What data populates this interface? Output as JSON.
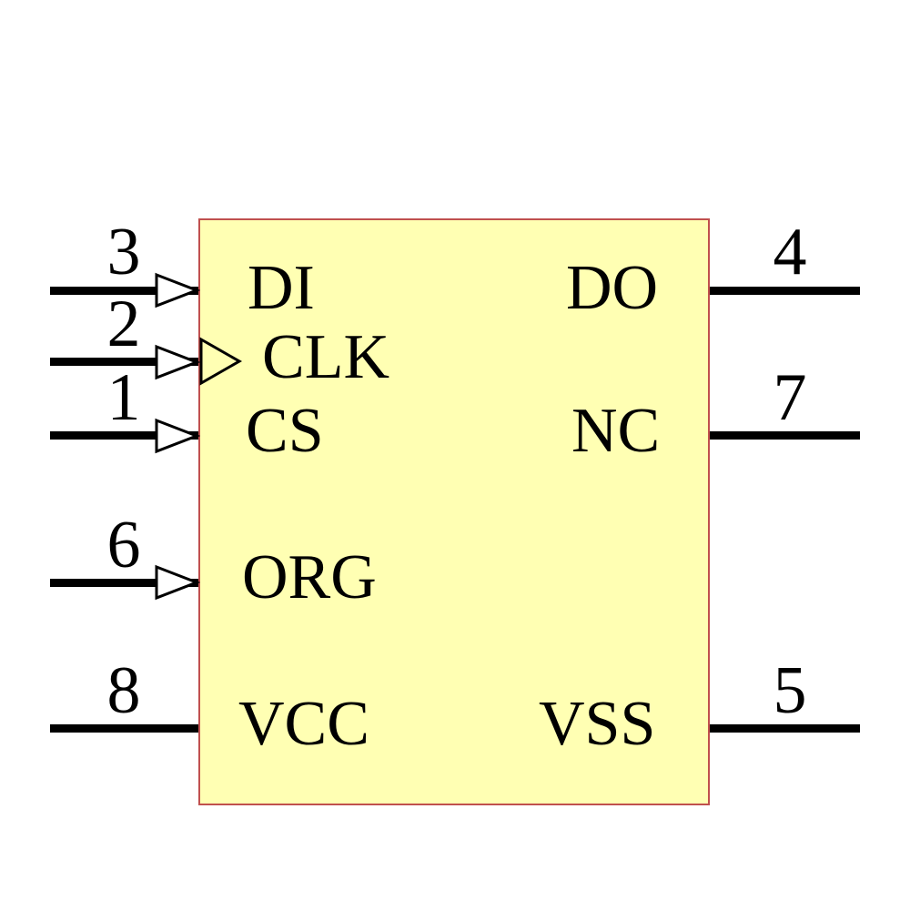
{
  "colors": {
    "body_fill": "#FFFFB3",
    "body_border": "#C0504D",
    "line": "#000000",
    "text": "#000000",
    "arrow_fill": "#FFFFFF"
  },
  "ic": {
    "left_pins": [
      {
        "number": "3",
        "label": "DI",
        "has_input_arrow": true,
        "has_clock_mark": false
      },
      {
        "number": "2",
        "label": "CLK",
        "has_input_arrow": true,
        "has_clock_mark": true
      },
      {
        "number": "1",
        "label": "CS",
        "has_input_arrow": true,
        "has_clock_mark": false
      },
      {
        "number": "6",
        "label": "ORG",
        "has_input_arrow": true,
        "has_clock_mark": false
      },
      {
        "number": "8",
        "label": "VCC",
        "has_input_arrow": false,
        "has_clock_mark": false
      }
    ],
    "right_pins": [
      {
        "number": "4",
        "label": "DO"
      },
      {
        "number": "7",
        "label": "NC"
      },
      {
        "number": "5",
        "label": "VSS"
      }
    ]
  }
}
